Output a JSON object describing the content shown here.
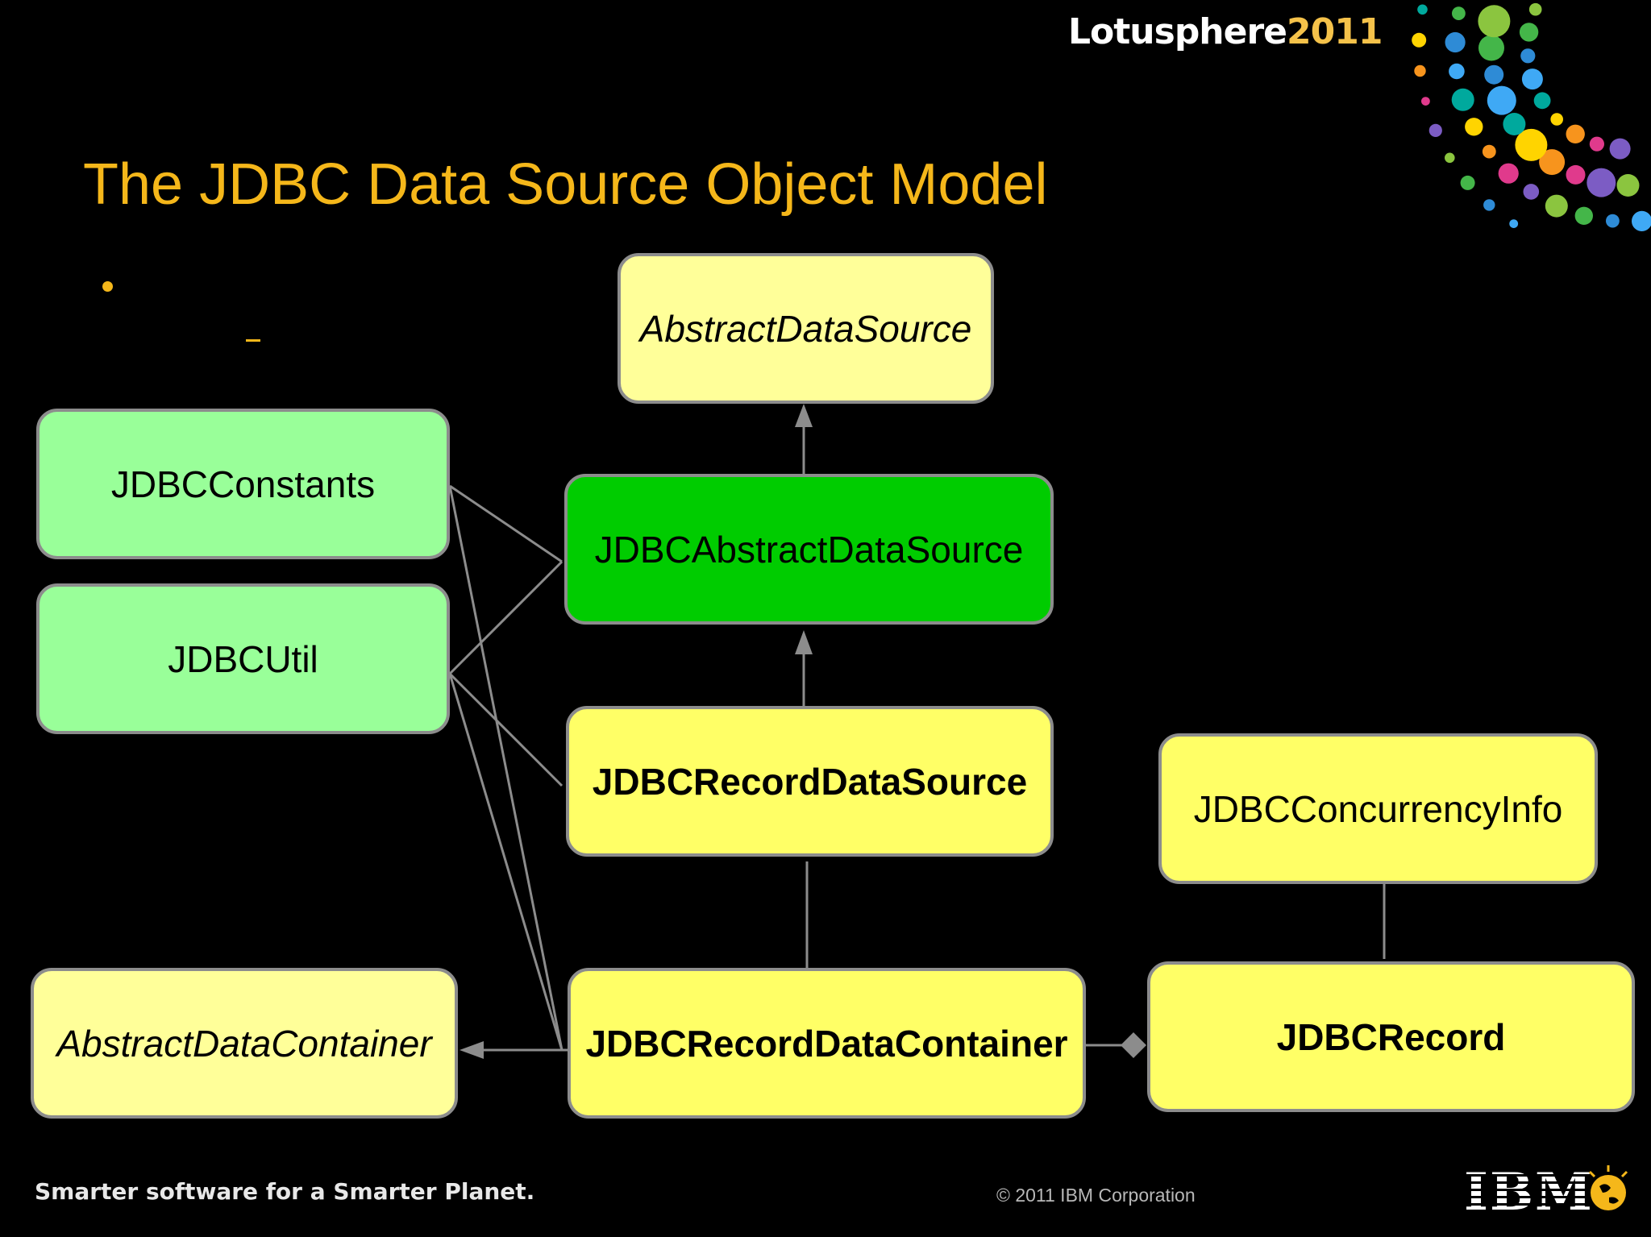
{
  "header": {
    "brand_name": "Lotusphere",
    "brand_year": "2011",
    "logo_dot_colors": [
      "#3fa9f5",
      "#2e8bd6",
      "#44b649",
      "#8bc53f",
      "#7c5cc4",
      "#e03a8c",
      "#f7941d",
      "#ffd400",
      "#00a99d"
    ]
  },
  "slide": {
    "title": "The JDBC Data Source Object Model"
  },
  "diagram": {
    "boxes": {
      "abstract_data_source": "AbstractDataSource",
      "jdbc_constants": "JDBCConstants",
      "jdbc_util": "JDBCUtil",
      "jdbc_abstract_data_source": "JDBCAbstractDataSource",
      "jdbc_record_data_source": "JDBCRecordDataSource",
      "jdbc_concurrency_info": "JDBCConcurrencyInfo",
      "abstract_data_container": "AbstractDataContainer",
      "jdbc_record_data_container": "JDBCRecordDataContainer",
      "jdbc_record": "JDBCRecord"
    },
    "colors": {
      "light_yellow": "#ffff99",
      "yellow": "#ffff66",
      "light_green": "#99ff99",
      "green": "#00cc00",
      "connector": "#8c8c8c",
      "title": "#f5b71a"
    }
  },
  "footer": {
    "tagline": "Smarter software for a Smarter Planet.",
    "copyright": "© 2011 IBM Corporation",
    "ibm_logo": "IBM"
  }
}
